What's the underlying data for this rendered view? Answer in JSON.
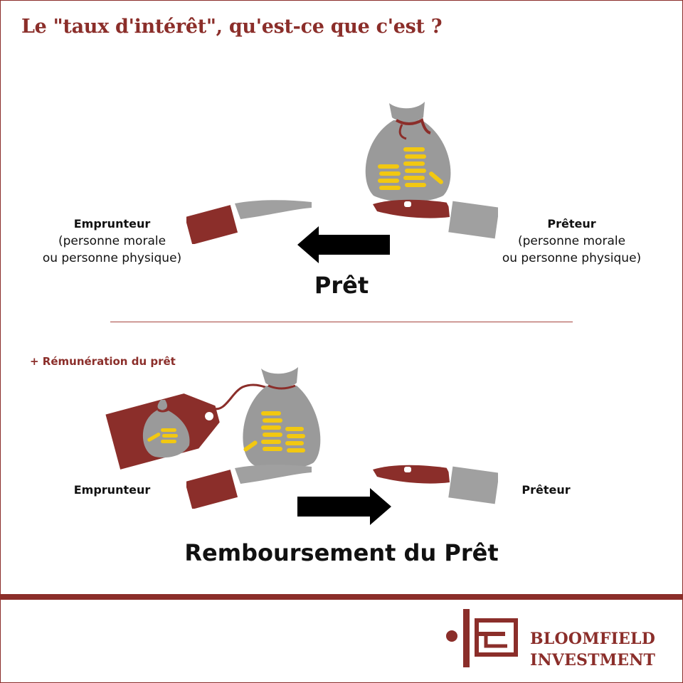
{
  "title": "Le \"taux d'intérêt\", qu'est-ce que c'est ?",
  "loan": {
    "borrower": {
      "role": "Emprunteur",
      "line1": "(personne morale",
      "line2": "ou personne physique)"
    },
    "lender": {
      "role": "Prêteur",
      "line1": "(personne morale",
      "line2": "ou personne physique)"
    },
    "caption": "Prêt"
  },
  "repayment": {
    "remuneration": "+ Rémunération du prêt",
    "borrower": "Emprunteur",
    "lender": "Prêteur",
    "caption": "Remboursement du Prêt"
  },
  "brand": {
    "line1": "BLOOMFIELD",
    "line2": "INVESTMENT"
  },
  "colors": {
    "brand_red": "#8b2e2a",
    "bag_grey": "#9a9a9a",
    "coin_yellow": "#f2c811",
    "arrow_black": "#000000",
    "sleeve_grey": "#a0a0a0"
  }
}
